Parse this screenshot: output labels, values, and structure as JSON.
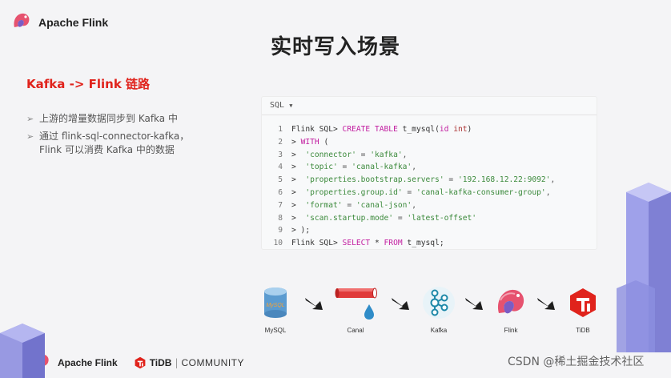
{
  "brand": {
    "name": "Apache Flink"
  },
  "slide": {
    "title": "实时写入场景",
    "section_heading": "Kafka -> Flink 链路",
    "bullets": [
      "上游的增量数据同步到 Kafka 中",
      "通过 flink-sql-connector-kafka，\nFlink 可以消费 Kafka 中的数据"
    ]
  },
  "code": {
    "language": "SQL",
    "lines": [
      {
        "n": "1",
        "tokens": [
          {
            "t": "Flink SQL> ",
            "c": "plain"
          },
          {
            "t": "CREATE TABLE",
            "c": "kw"
          },
          {
            "t": " t_mysql(",
            "c": "plain"
          },
          {
            "t": "id",
            "c": "kw"
          },
          {
            "t": " ",
            "c": "plain"
          },
          {
            "t": "int",
            "c": "type"
          },
          {
            "t": ")",
            "c": "plain"
          }
        ]
      },
      {
        "n": "2",
        "tokens": [
          {
            "t": "> ",
            "c": "plain"
          },
          {
            "t": "WITH",
            "c": "kw"
          },
          {
            "t": " (",
            "c": "plain"
          }
        ]
      },
      {
        "n": "3",
        "tokens": [
          {
            "t": ">  ",
            "c": "plain"
          },
          {
            "t": "'connector'",
            "c": "str"
          },
          {
            "t": " = ",
            "c": "punc"
          },
          {
            "t": "'kafka'",
            "c": "str"
          },
          {
            "t": ",",
            "c": "punc"
          }
        ]
      },
      {
        "n": "4",
        "tokens": [
          {
            "t": ">  ",
            "c": "plain"
          },
          {
            "t": "'topic'",
            "c": "str"
          },
          {
            "t": " = ",
            "c": "punc"
          },
          {
            "t": "'canal-kafka'",
            "c": "str"
          },
          {
            "t": ",",
            "c": "punc"
          }
        ]
      },
      {
        "n": "5",
        "tokens": [
          {
            "t": ">  ",
            "c": "plain"
          },
          {
            "t": "'properties.bootstrap.servers'",
            "c": "str"
          },
          {
            "t": " = ",
            "c": "punc"
          },
          {
            "t": "'192.168.12.22:9092'",
            "c": "str"
          },
          {
            "t": ",",
            "c": "punc"
          }
        ]
      },
      {
        "n": "6",
        "tokens": [
          {
            "t": ">  ",
            "c": "plain"
          },
          {
            "t": "'properties.group.id'",
            "c": "str"
          },
          {
            "t": " = ",
            "c": "punc"
          },
          {
            "t": "'canal-kafka-consumer-group'",
            "c": "str"
          },
          {
            "t": ",",
            "c": "punc"
          }
        ]
      },
      {
        "n": "7",
        "tokens": [
          {
            "t": ">  ",
            "c": "plain"
          },
          {
            "t": "'format'",
            "c": "str"
          },
          {
            "t": " = ",
            "c": "punc"
          },
          {
            "t": "'canal-json'",
            "c": "str"
          },
          {
            "t": ",",
            "c": "punc"
          }
        ]
      },
      {
        "n": "8",
        "tokens": [
          {
            "t": ">  ",
            "c": "plain"
          },
          {
            "t": "'scan.startup.mode'",
            "c": "str"
          },
          {
            "t": " = ",
            "c": "punc"
          },
          {
            "t": "'latest-offset'",
            "c": "str"
          }
        ]
      },
      {
        "n": "9",
        "tokens": [
          {
            "t": "> );",
            "c": "plain"
          }
        ]
      },
      {
        "n": "10",
        "tokens": [
          {
            "t": "Flink SQL> ",
            "c": "plain"
          },
          {
            "t": "SELECT",
            "c": "kw"
          },
          {
            "t": " * ",
            "c": "plain"
          },
          {
            "t": "FROM",
            "c": "kw"
          },
          {
            "t": " t_mysql;",
            "c": "plain"
          }
        ]
      }
    ]
  },
  "pipeline": {
    "nodes": [
      {
        "label": "MySQL",
        "icon": "mysql-database-icon"
      },
      {
        "label": "Canal",
        "icon": "canal-pipe-icon"
      },
      {
        "label": "Kafka",
        "icon": "kafka-icon"
      },
      {
        "label": "Flink",
        "icon": "flink-squirrel-icon"
      },
      {
        "label": "TiDB",
        "icon": "tidb-icon"
      }
    ],
    "arrow_icon": "arrow-right-icon"
  },
  "footer": {
    "brand": "Apache Flink",
    "partner": "TiDB",
    "separator": "|",
    "community": "COMMUNITY"
  },
  "watermark": "CSDN @稀土掘金技术社区",
  "colors": {
    "accent_red": "#e0231c",
    "keyword": "#c21ea0",
    "string": "#3c8a3c",
    "tidb_red": "#e0231c",
    "kafka_blue": "#1e88a8",
    "deco_purple": "#8e8fe0"
  }
}
